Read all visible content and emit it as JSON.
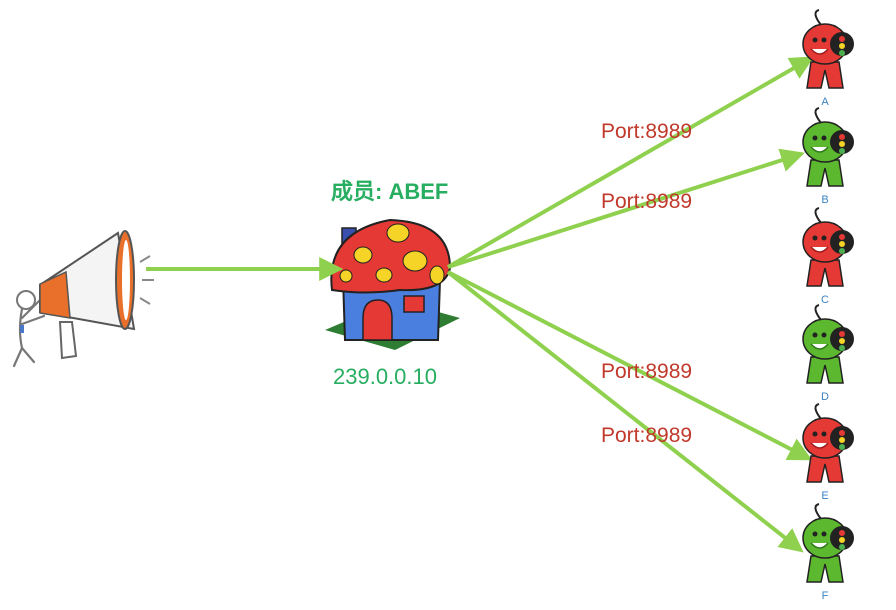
{
  "group": {
    "members_label": "成员: ABEF",
    "address": "239.0.0.10"
  },
  "edges": [
    {
      "target": "A",
      "label": "Port:8989"
    },
    {
      "target": "B",
      "label": "Port:8989"
    },
    {
      "target": "E",
      "label": "Port:8989"
    },
    {
      "target": "F",
      "label": "Port:8989"
    }
  ],
  "nodes": [
    {
      "id": "A",
      "label": "A",
      "color": "red"
    },
    {
      "id": "B",
      "label": "B",
      "color": "green"
    },
    {
      "id": "C",
      "label": "C",
      "color": "red"
    },
    {
      "id": "D",
      "label": "D",
      "color": "green"
    },
    {
      "id": "E",
      "label": "E",
      "color": "red"
    },
    {
      "id": "F",
      "label": "F",
      "color": "green"
    }
  ],
  "colors": {
    "arrow": "#8fd14f",
    "port_label": "#c0392b",
    "group_text": "#27ae60",
    "node_label": "#3b82c4",
    "red_character": "#e53935",
    "green_character": "#5cb82e"
  }
}
